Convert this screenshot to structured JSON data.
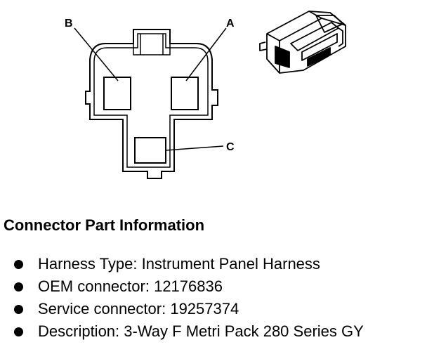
{
  "diagram": {
    "pin_labels": {
      "a": "A",
      "b": "B",
      "c": "C"
    }
  },
  "connector_info": {
    "heading": "Connector Part Information",
    "items": [
      {
        "label": "Harness Type:",
        "value": "Instrument Panel Harness"
      },
      {
        "label": "OEM connector:",
        "value": "12176836"
      },
      {
        "label": "Service connector:",
        "value": "19257374"
      },
      {
        "label": "Description:",
        "value": "3-Way F Metri Pack 280 Series GY"
      }
    ]
  }
}
